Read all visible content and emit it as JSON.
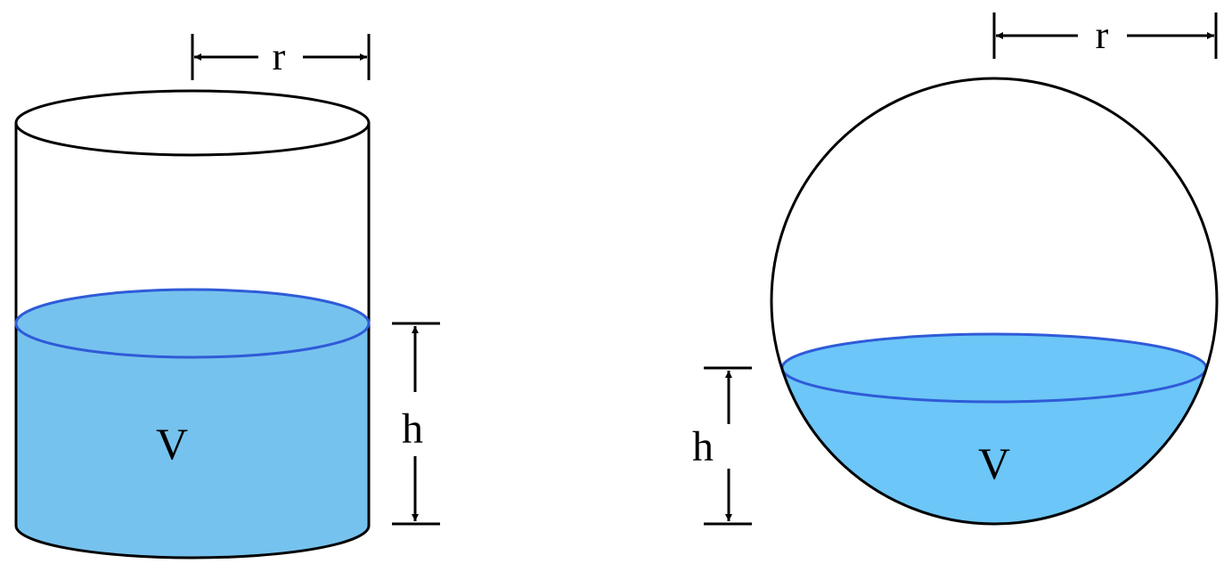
{
  "colors": {
    "liquid_fill": "#76c2ee",
    "liquid_fill_sphere": "#6cc6f7",
    "liquid_surface_stroke": "#2f5bd8",
    "line": "#000000",
    "background": "#ffffff"
  },
  "cylinder": {
    "radius_label": "r",
    "height_label": "h",
    "volume_label": "V"
  },
  "sphere": {
    "radius_label": "r",
    "height_label": "h",
    "volume_label": "V"
  }
}
